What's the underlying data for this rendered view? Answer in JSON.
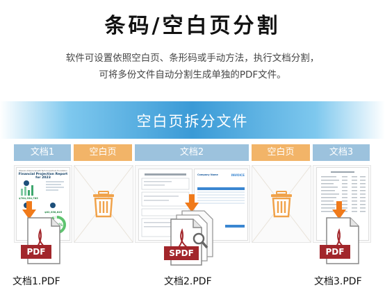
{
  "title": "条码/空白页分割",
  "description": {
    "line1": "软件可设置依照空白页、条形码或手动方法，执行文档分割，",
    "line2": "可将多份文件自动分割生成单独的PDF文件。"
  },
  "banner": "空白页拆分文件",
  "tabs": [
    "文档1",
    "空白页",
    "文档2",
    "空白页",
    "文档3"
  ],
  "doc1": {
    "header": "Phoenix Alliance Growth Tech Consortium Foundation",
    "title": "Financial Projection Report for 2023",
    "stat1": "$784,354,785",
    "stat2": "$82,358,645",
    "percent": "92%"
  },
  "doc2b": {
    "heading": "Company Name",
    "label": "INVOICE"
  },
  "files": [
    {
      "badge": "PDF",
      "name": "文档1.PDF"
    },
    {
      "badge": "SPDF",
      "name": "文档2.PDF"
    },
    {
      "badge": "PDF",
      "name": "文档3.PDF"
    }
  ],
  "colors": {
    "tab_blue": "#9cc2dd",
    "tab_orange": "#f2b468",
    "trash": "#f0a24a",
    "arrow": "#f07a1a",
    "badge": "#a2262b",
    "banner": "#3a9ad6"
  },
  "icons": {
    "blank": "trash-icon",
    "pdf": "pdf-file-icon",
    "split": "arrow-down-icon",
    "search": "magnifier-icon"
  }
}
